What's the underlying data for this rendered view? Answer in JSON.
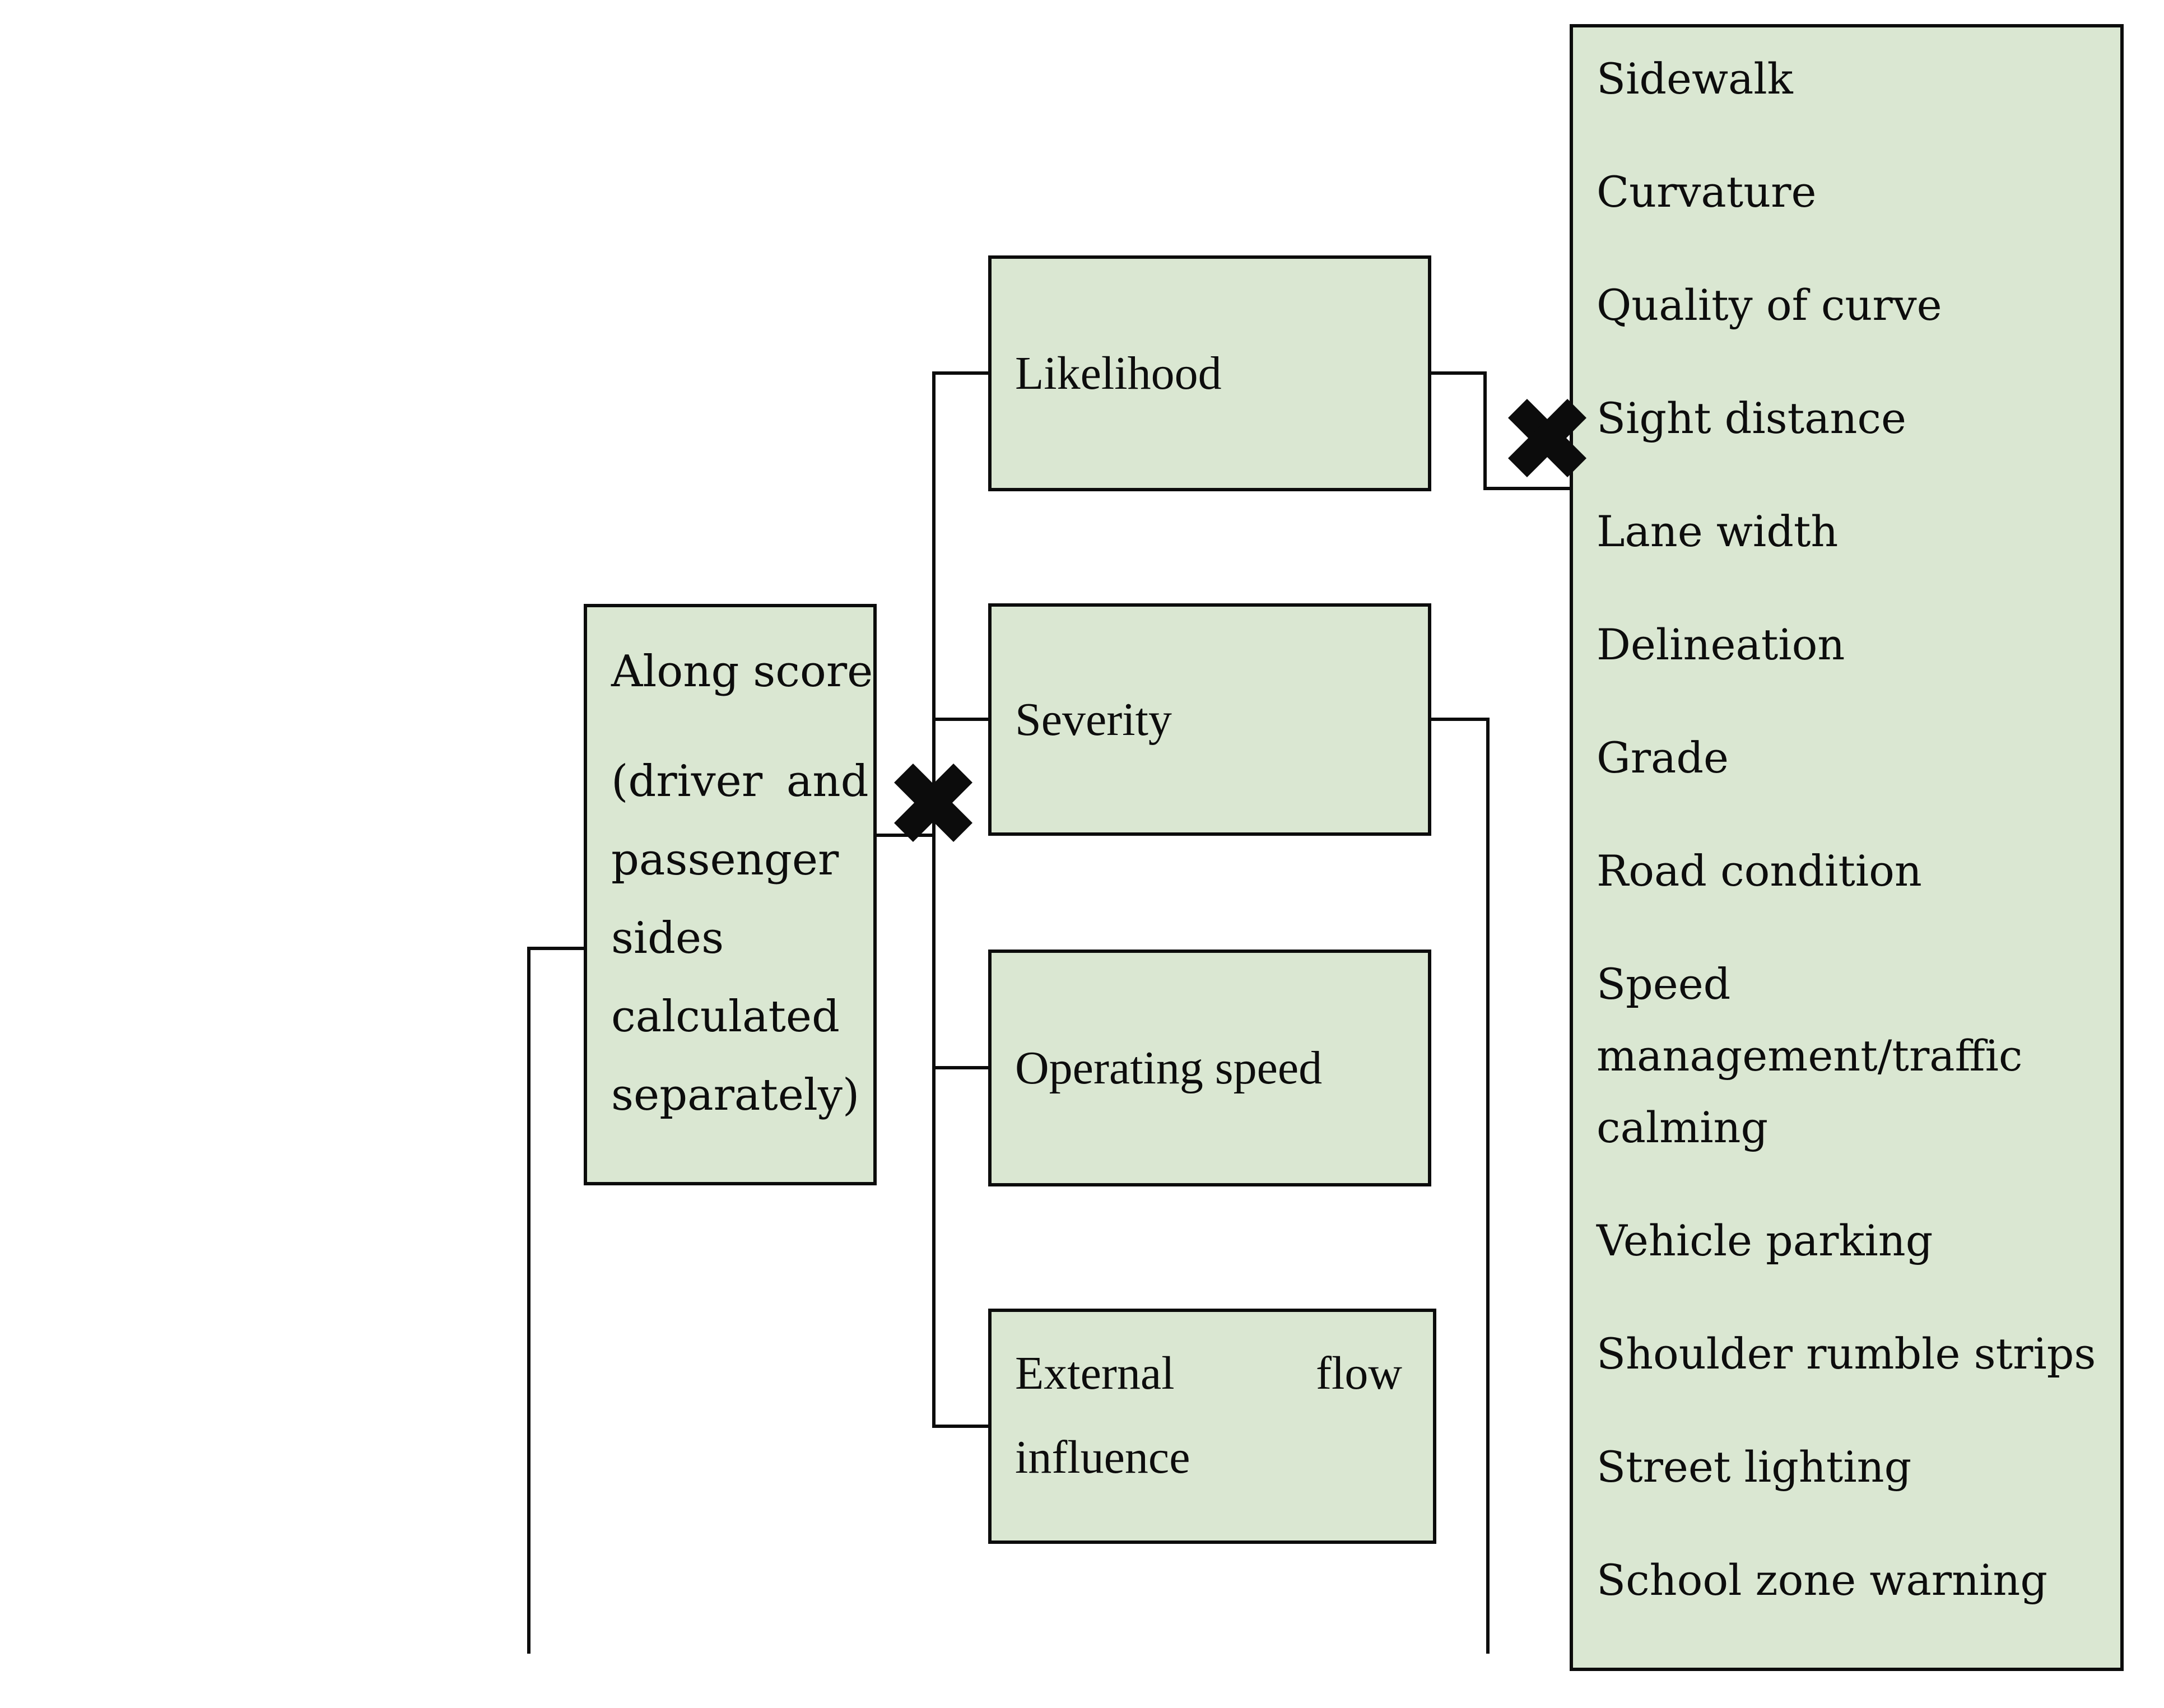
{
  "colors": {
    "background": "#ffffff",
    "box_fill": "#dae7d2",
    "box_border": "#0c0c0c",
    "connector": "#0c0c0c",
    "text": "#0d0d0d"
  },
  "along_box": {
    "title": "Along score",
    "detail_lines": [
      "(driver and",
      "passenger",
      "sides",
      "calculated",
      "separately)"
    ]
  },
  "factor_boxes": {
    "likelihood": "Likelihood",
    "severity": "Severity",
    "operating_speed": "Operating speed",
    "external_flow": [
      "External",
      "flow",
      "influence"
    ]
  },
  "attribute_box": {
    "items": [
      "Sidewalk",
      "Curvature",
      "Quality of curve",
      "Sight distance",
      "Lane width",
      "Delineation",
      "Grade",
      "Road condition",
      "Speed management/traffic calming",
      "Vehicle parking",
      "Shoulder rumble strips",
      "Street lighting",
      "School zone warning"
    ]
  },
  "icons": {
    "multiply_left": "✖",
    "multiply_right": "✖"
  }
}
